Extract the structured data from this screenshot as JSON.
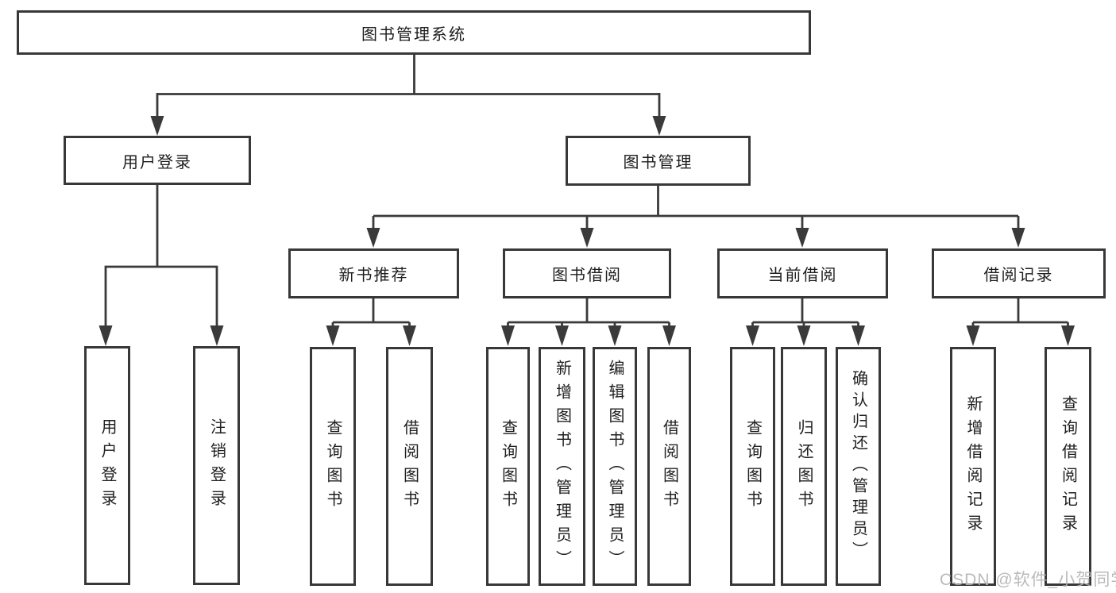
{
  "title": {
    "label": "图书管理系统"
  },
  "level2": {
    "user_login": "用户登录",
    "book_mgmt": "图书管理"
  },
  "level3": {
    "new_book_rec": "新书推荐",
    "book_borrow": "图书借阅",
    "current_borrow": "当前借阅",
    "borrow_record": "借阅记录"
  },
  "leaves": {
    "user_login": {
      "login": "用户登录",
      "logout": "注销登录"
    },
    "new_book_rec": {
      "query": "查询图书",
      "borrow": "借阅图书"
    },
    "book_borrow": {
      "query": "查询图书",
      "add": "新增图书（管理员）",
      "edit": "编辑图书（管理员）",
      "borrow": "借阅图书"
    },
    "current_borrow": {
      "query": "查询图书",
      "return_book": "归还图书",
      "confirm_return": "确认归还（管理员）"
    },
    "borrow_record": {
      "add": "新增借阅记录",
      "query": "查询借阅记录"
    }
  },
  "watermark": {
    "text": "CSDN @软件_小贺同学"
  },
  "colors": {
    "line": "#3a3a3a",
    "border": "#383838",
    "text": "#1e1e1e",
    "watermark": "#b5b5b5",
    "background": "#ffffff"
  }
}
